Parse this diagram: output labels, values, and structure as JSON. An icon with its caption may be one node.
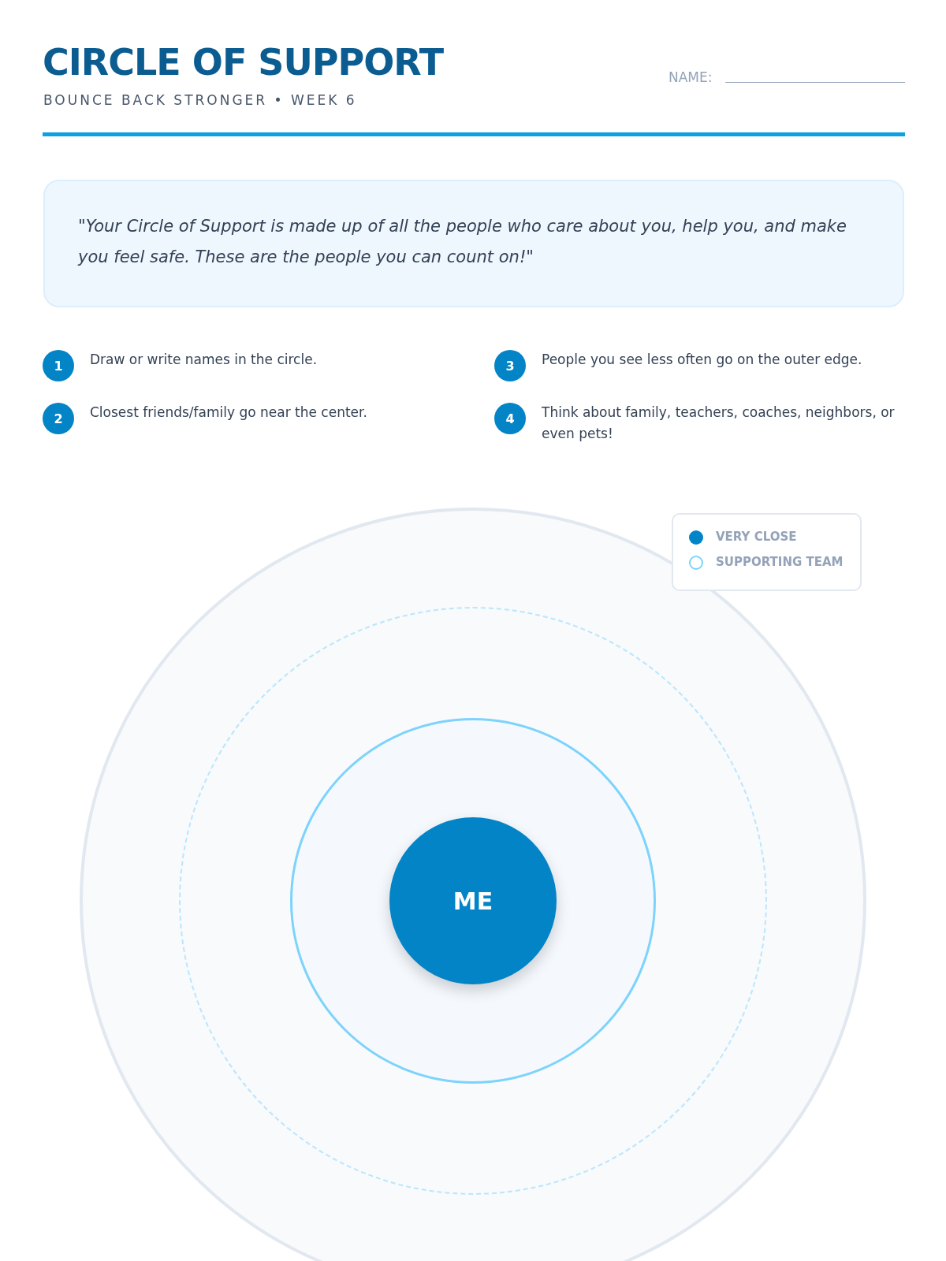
{
  "diagram": {
    "title": "CIRCLE OF SUPPORT",
    "nodes": [
      {
        "text": [
          "\"Your Circle of Support is made up of all the people who care about you, help you, and make you feel safe. These are the people you can count on!\""
        ]
      },
      {
        "text": [],
        "shape": "circle"
      },
      {
        "text": [],
        "shape": "circle",
        "in": 1
      },
      {
        "text": [],
        "shape": "circle",
        "in": 2
      },
      {
        "text": [
          "ME"
        ],
        "in": 3
      }
    ],
    "edges": [],
    "labels": [
      "BOUNCE BACK STRONGER • WEEK 6",
      "NAME:",
      "1",
      "Draw or write names in the circle.",
      "3",
      "People you see less often go on the outer edge.",
      "2",
      "Closest friends/family go near the center.",
      "4",
      "Think about family, teachers, coaches, neighbors, or even pets!"
    ],
    "legend": [
      {
        "text": "VERY CLOSE",
        "color": "#0284c7"
      },
      {
        "text": "SUPPORTING TEAM"
      }
    ]
  }
}
